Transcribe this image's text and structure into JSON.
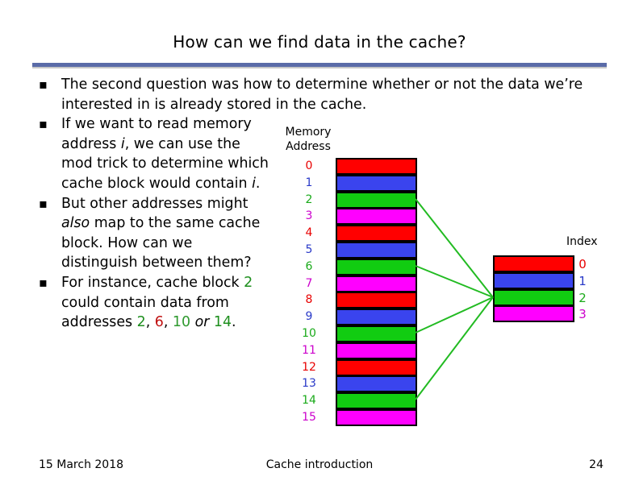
{
  "title": "How can we find data in the cache?",
  "bullets": [
    {
      "text": "The second question was how to determine whether or not the data we’re interested in is already stored in the cache."
    },
    {
      "pre": "If we want to read memory address ",
      "var": "i",
      "mid": ", we can use the mod trick to determine which cache block would contain ",
      "var2": "i",
      "post": "."
    },
    {
      "pre": "But other addresses might ",
      "emph": "also",
      "post": " map to the same cache block. How can we distinguish between them?"
    },
    {
      "pre": "For instance, cache block ",
      "n1": "2",
      "mid": " could contain data from addresses ",
      "a1": "2",
      "sep1": ", ",
      "a2": "6",
      "sep2": ", ",
      "a3": "10",
      "or": " or ",
      "a4": "14",
      "post": "."
    }
  ],
  "memory": {
    "header_line1": "Memory",
    "header_line2": "Address",
    "addresses": [
      "0",
      "1",
      "2",
      "3",
      "4",
      "5",
      "6",
      "7",
      "8",
      "9",
      "10",
      "11",
      "12",
      "13",
      "14",
      "15"
    ]
  },
  "cache": {
    "header": "Index",
    "indices": [
      "0",
      "1",
      "2",
      "3"
    ]
  },
  "colors": {
    "red": "#ff0000",
    "blue": "#3a44ee",
    "green": "#11cc11",
    "magenta": "#ff00ff",
    "line_green": "#22bb22",
    "rule": "#5a6ba8"
  },
  "footer": {
    "date": "15 March 2018",
    "topic": "Cache introduction",
    "page": "24"
  }
}
